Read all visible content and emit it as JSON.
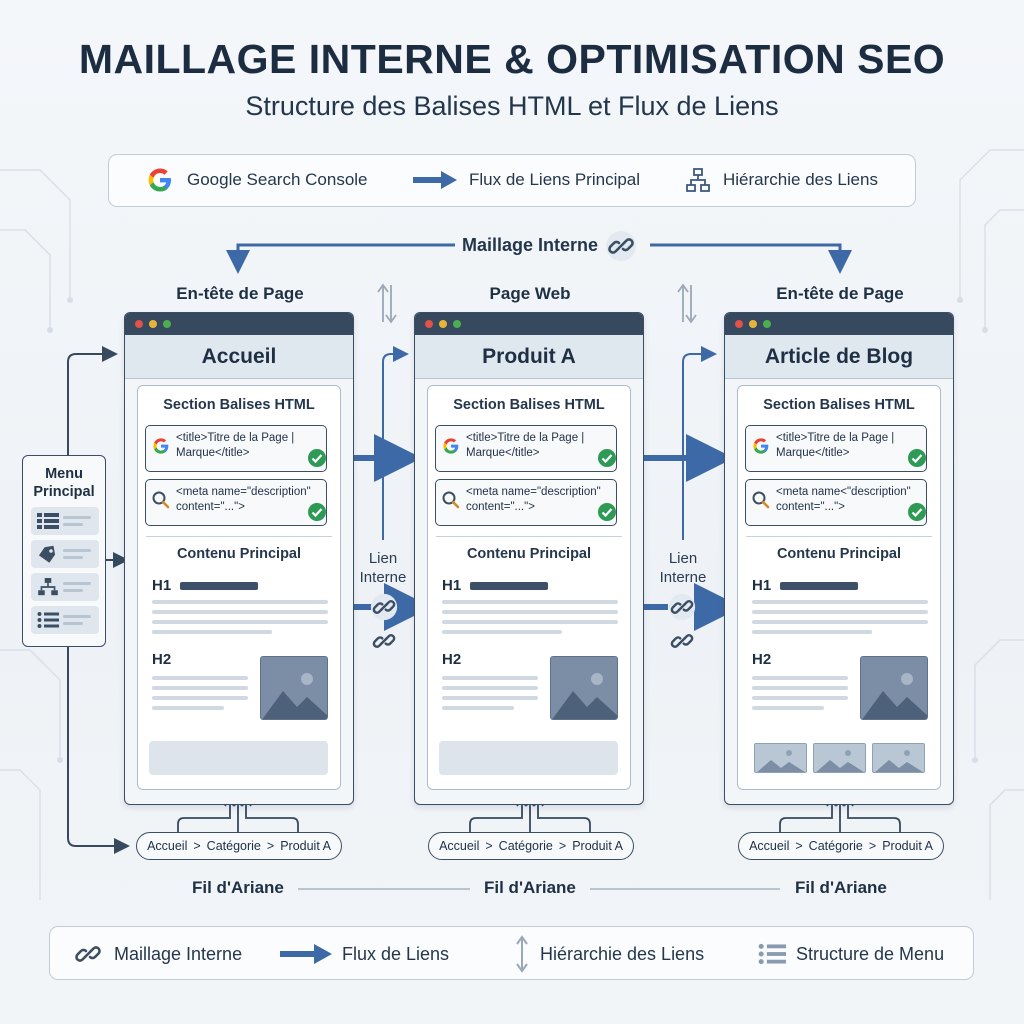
{
  "title": "MAILLAGE INTERNE & OPTIMISATION SEO",
  "subtitle": "Structure des Balises HTML et Flux de Liens",
  "legend_top": {
    "gsc": "Google Search Console",
    "flux": "Flux de Liens Principal",
    "hierarchie": "Hiérarchie des Liens"
  },
  "maillage_label": "Maillage Interne",
  "pages": [
    {
      "top_label": "En-tête de Page",
      "header": "Accueil",
      "section_title": "Section Balises HTML",
      "title_tag": "<title>Titre de la Page | Marque</title>",
      "meta_tag": "<meta name=\"description\" content=\"...\">",
      "content_title": "Contenu Principal",
      "h1": "H1",
      "h2": "H2",
      "breadcrumb": [
        "Accueil",
        ">",
        "Catégorie",
        ">",
        "Produit A"
      ],
      "fil": "Fil d'Ariane"
    },
    {
      "top_label": "Page Web",
      "header": "Produit A",
      "section_title": "Section Balises HTML",
      "title_tag": "<title>Titre de la Page | Marque</title>",
      "meta_tag": "<meta name=\"description\" content=\"...\">",
      "content_title": "Contenu Principal",
      "h1": "H1",
      "h2": "H2",
      "breadcrumb": [
        "Accueil",
        ">",
        "Catégorie",
        ">",
        "Produit A"
      ],
      "fil": "Fil d'Ariane"
    },
    {
      "top_label": "En-tête de Page",
      "header": "Article de Blog",
      "section_title": "Section Balises HTML",
      "title_tag": "<title>Titre de la Page | Marque</title>",
      "meta_tag": "<meta name<\"description\" content=\"...\">",
      "content_title": "Contenu Principal",
      "h1": "H1",
      "h2": "H2",
      "breadcrumb": [
        "Accueil",
        ">",
        "Catégorie",
        ">",
        "Produit A"
      ],
      "fil": "Fil d'Ariane"
    }
  ],
  "menu_title": "Menu Principal",
  "lien_interne": [
    "Lien Interne",
    "Lien Interne"
  ],
  "legend_bottom": {
    "maillage": "Maillage Interne",
    "flux": "Flux de Liens",
    "hierarchie": "Hiérarchie des Liens",
    "menu": "Structure de Menu"
  },
  "colors": {
    "arrow": "#3d6aa6",
    "dark": "#37495f",
    "check": "#2e9a55",
    "dot_red": "#e0534a",
    "dot_yellow": "#e8b53a",
    "dot_green": "#4cae4f"
  }
}
